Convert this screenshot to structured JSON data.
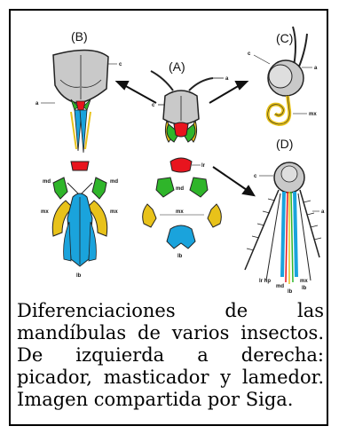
{
  "figure": {
    "panel_labels": [
      "(A)",
      "(B)",
      "(C)",
      "(D)"
    ],
    "part_labels": {
      "a": "a",
      "c": "c",
      "lr": "lr",
      "md": "md",
      "mx": "mx",
      "lb": "lb",
      "hp": "hp",
      "B_md_left": "md",
      "B_md_right": "md",
      "B_mx_left": "mx",
      "B_mx_right": "mx",
      "D_bottom": [
        "lr hp",
        "md",
        "lb",
        "mx",
        "lb"
      ]
    },
    "colors": {
      "labrum": "#e8141e",
      "mandible": "#2fb52a",
      "maxilla": "#e8c21a",
      "labium": "#1aa3dc",
      "head": "#c9c9c9",
      "outline": "#222222",
      "border": "#000000"
    }
  },
  "caption": {
    "text": "Diferenciaciones de las mandíbulas de varios insectos. De izquierda a derecha: picador, masticador y lamedor. Imagen compartida por Siga."
  }
}
